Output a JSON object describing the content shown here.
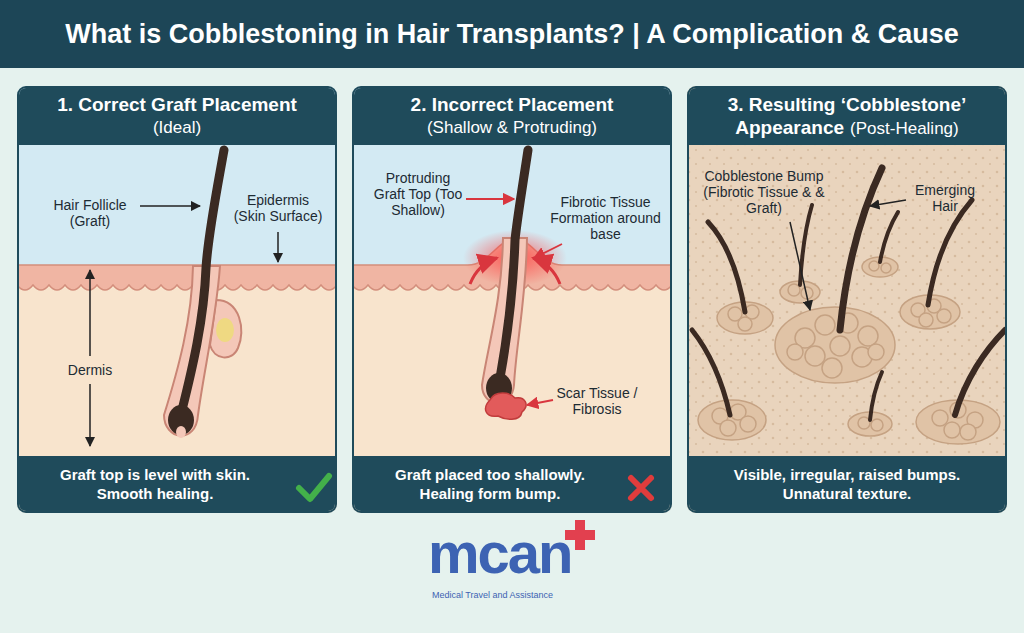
{
  "diagram": {
    "title": "What is Cobblestoning in Hair Transplants? | A Complication & Cause",
    "nodes": [
      {
        "text": [
          "1. Correct Graft Placement",
          "(Ideal)",
          "Graft top is level with skin. Smooth healing."
        ]
      },
      {
        "text": [
          "2. Incorrect Placement",
          "(Shallow & Protruding)",
          "Graft placed too shallowly. Healing form bump."
        ]
      },
      {
        "text": [
          "3. Resulting ‘Cobblestone’ Appearance",
          "(Post-Healing)",
          "Visible, irregular, raised bumps. Unnatural texture."
        ]
      }
    ],
    "labels": [
      "Hair Follicle (Graft)",
      "Epidermis (Skin Surface)",
      "Dermis",
      "Protruding Graft Top (Too Shallow)",
      "Fibrotic Tissue Formation around base",
      "Scar Tissue / Fibrosis",
      "Cobblestone Bump (Fibrotic Tissue & & Graft)",
      "Emerging Hair",
      "mcan",
      "Medical Travel and Assistance"
    ]
  }
}
